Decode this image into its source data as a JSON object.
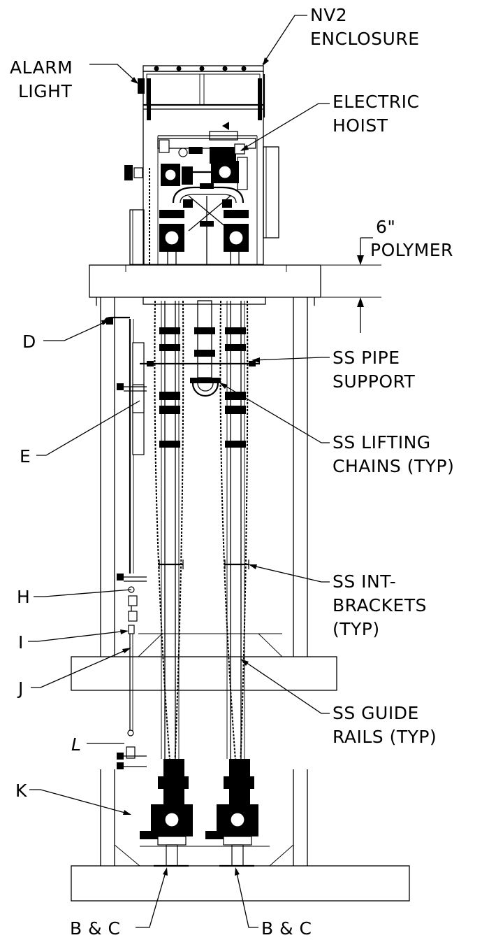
{
  "labels": {
    "nv2": "NV2",
    "enclosure": "ENCLOSURE",
    "alarm": "ALARM",
    "light": "LIGHT",
    "electric": "ELECTRIC",
    "hoist": "HOIST",
    "six_inch": "6\"",
    "polymer": "POLYMER",
    "d": "D",
    "ss_pipe": "SS PIPE",
    "support": "SUPPORT",
    "e": "E",
    "ss_lifting": "SS LIFTING",
    "chains_typ": "CHAINS (TYP)",
    "ss_int": "SS INT-",
    "brackets": "BRACKETS",
    "typ": "(TYP)",
    "h": "H",
    "i": "I",
    "j": "J",
    "ss_guide": "SS GUIDE",
    "rails_typ": "RAILS (TYP)",
    "l": "L",
    "k": "K",
    "bc_left": "B & C",
    "bc_right": "B & C"
  }
}
